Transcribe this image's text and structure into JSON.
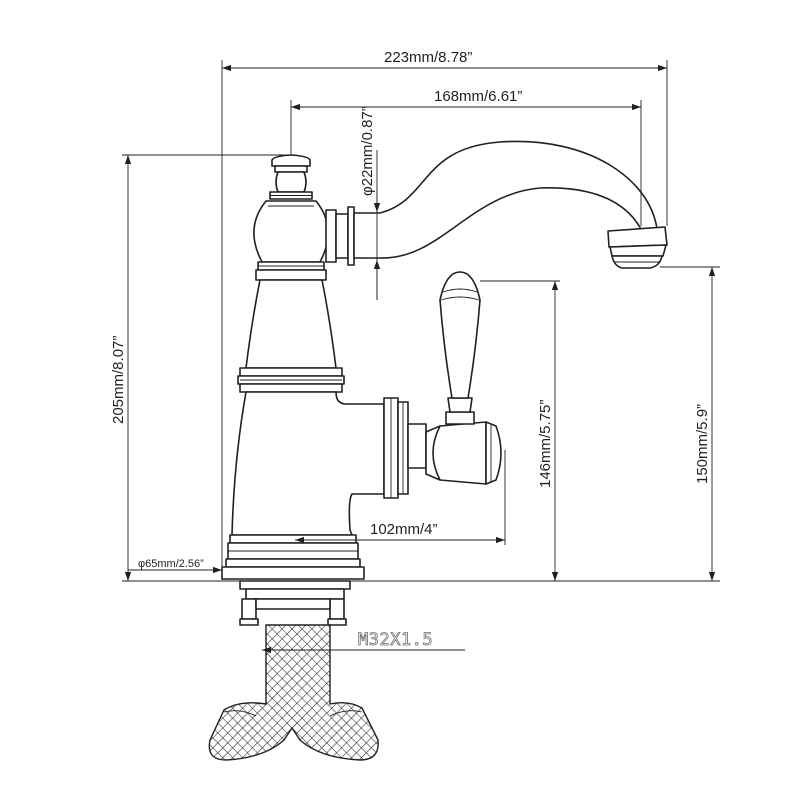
{
  "dimensions": {
    "overall_width": "223mm/8.78”",
    "spout_reach": "168mm/6.61”",
    "spout_diameter": "φ22mm/0.87”",
    "total_height": "205mm/8.07”",
    "handle_height": "146mm/5.75”",
    "spout_height": "150mm/5.9”",
    "handle_reach": "102mm/4”",
    "base_diameter": "φ65mm/2.56”",
    "thread_spec": "M32X1.5"
  },
  "colors": {
    "line": "#231f20",
    "thread_text": "#6d6e71"
  }
}
